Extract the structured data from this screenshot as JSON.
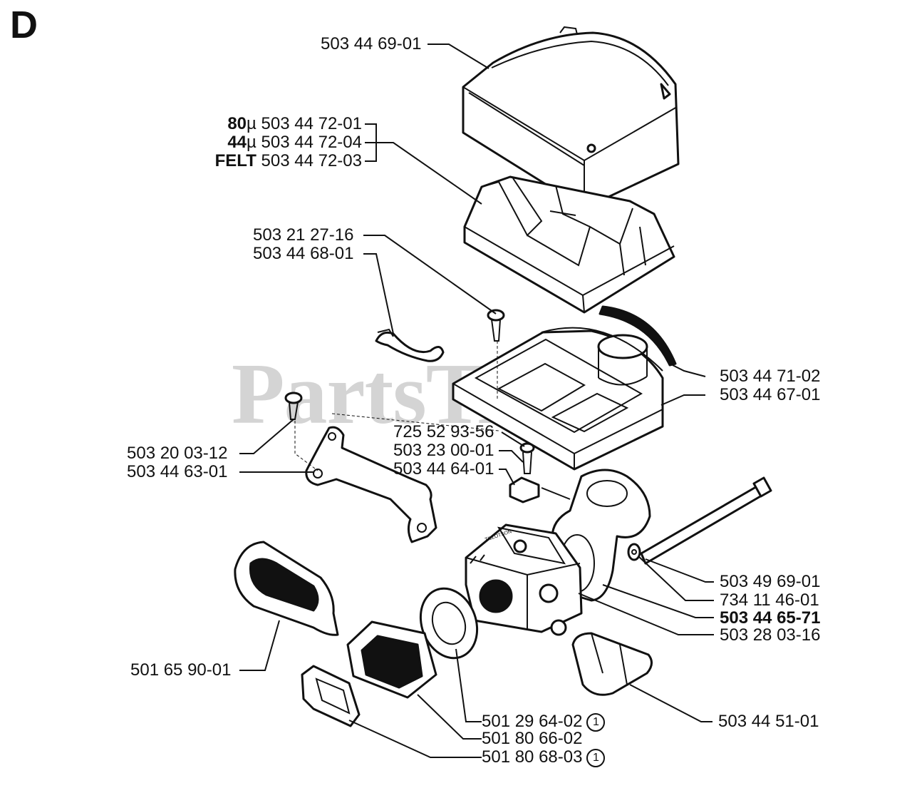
{
  "section": "D",
  "watermark": "PartsTree",
  "watermark_mark": "™",
  "filter_variants": [
    {
      "grade": "80",
      "unit": "µ",
      "part": "503 44 72-01"
    },
    {
      "grade": "44",
      "unit": "µ",
      "part": "503 44 72-04"
    },
    {
      "grade": "FELT",
      "unit": "",
      "part": "503 44 72-03"
    }
  ],
  "labels": {
    "cover": "503 44 69-01",
    "screw_a": "503 21 27-16",
    "clip": "503 44 68-01",
    "seal_strip": "503 44 71-02",
    "filter_base": "503 44 67-01",
    "screw_b": "503 20 03-12",
    "bracket": "503 44 63-01",
    "washer_a": "725 52 93-56",
    "screw_c": "503 23 00-01",
    "nut_holder": "503 44 64-01",
    "bolt": "503 49 69-01",
    "washer_b": "734 11 46-01",
    "elbow": "503 44 65-71",
    "carburetor": "503 28 03-16",
    "boot": "501 65 90-01",
    "tube": "503 44 51-01",
    "gasket_a": "501 29 64-02",
    "flange": "501 80 66-02",
    "gasket_b": "501 80 68-03"
  },
  "note_marker": "1",
  "carb_markings": "TILLOTSON"
}
